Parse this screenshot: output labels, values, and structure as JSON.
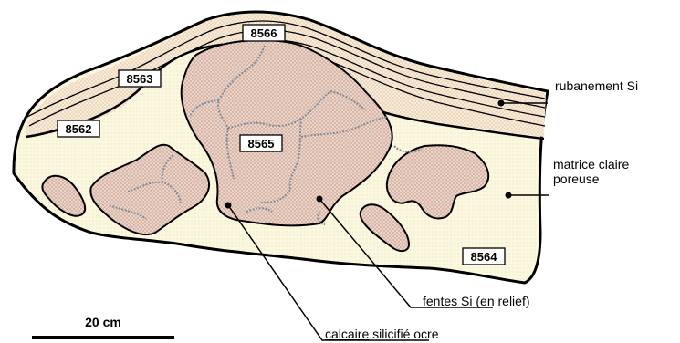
{
  "sample_labels": {
    "s8566": "8566",
    "s8563": "8563",
    "s8562": "8562",
    "s8565": "8565",
    "s8564": "8564"
  },
  "annotations": {
    "rubanement": "rubanement Si",
    "matrice_line1": "matrice claire",
    "matrice_line2": "poreuse",
    "fentes": "fentes Si (en relief)",
    "calcaire_underlined": "calcaire",
    "calcaire_rest": " silicifié ocre"
  },
  "scale_bar": {
    "label": "20 cm"
  },
  "colors": {
    "matrix_fill": "#fbf6d9",
    "band_fill": "#f7e7cf",
    "limestone_fill": "#e7c9bd",
    "fracture_stroke": "#7f8a9a",
    "outline": "#000000"
  }
}
